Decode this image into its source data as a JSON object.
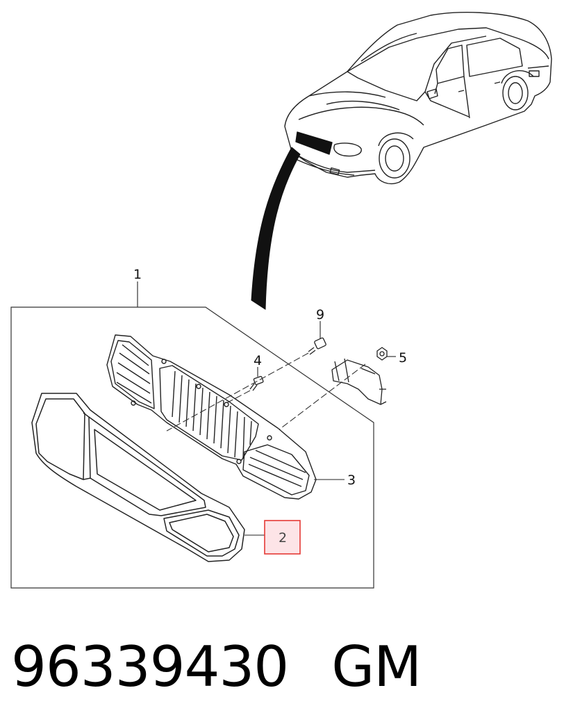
{
  "callouts": {
    "assembly": "1",
    "surround_frame": "2",
    "grille_insert": "3",
    "bolt": "4",
    "nut": "5",
    "screw": "9"
  },
  "highlighted_callout": "2",
  "highlight_color": "#e53935",
  "caption": {
    "part_number": "96339430",
    "brand": "GM"
  }
}
